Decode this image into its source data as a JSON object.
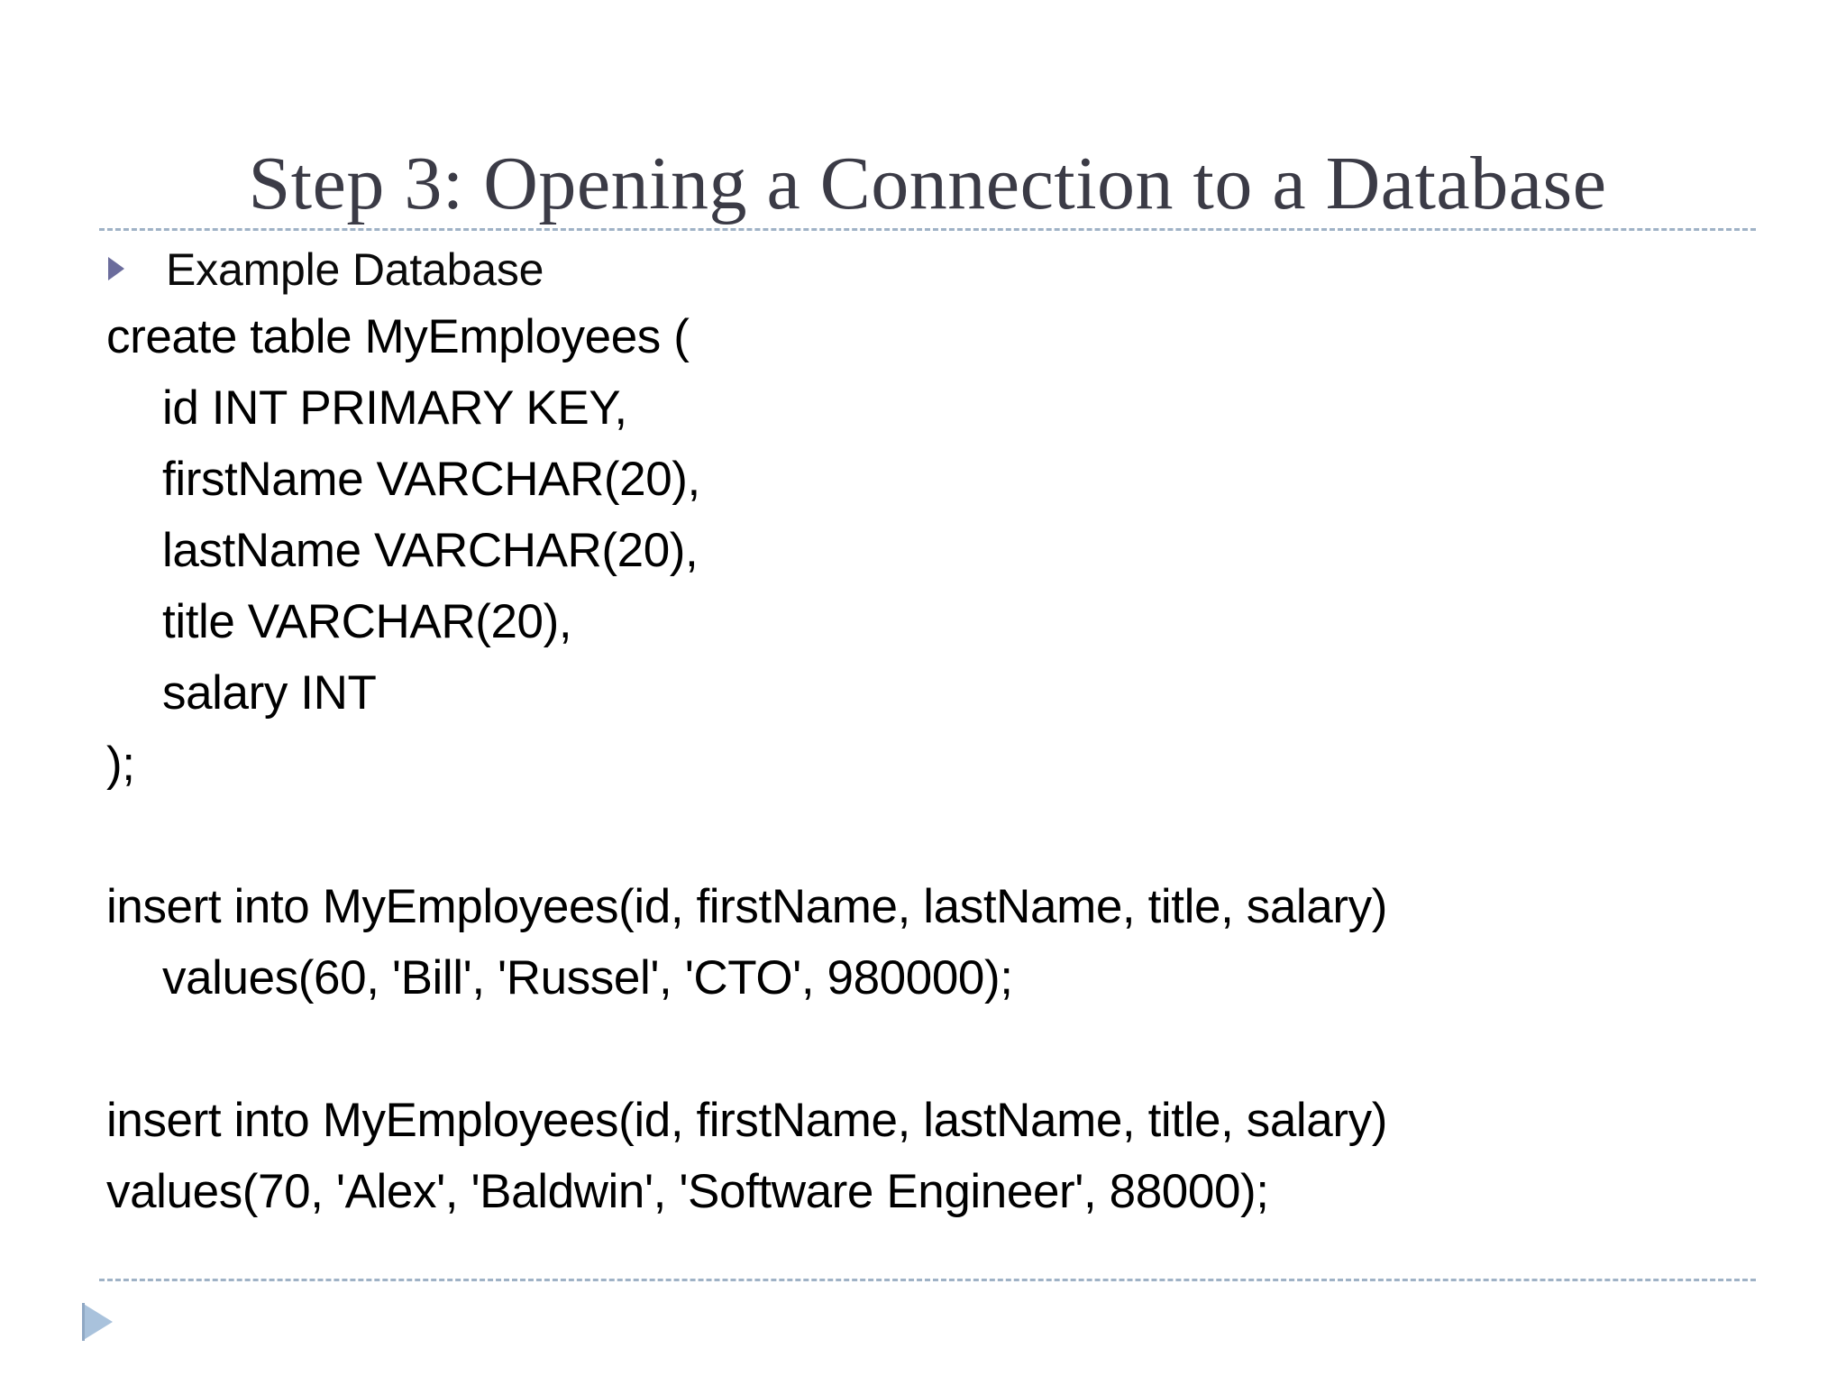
{
  "slide": {
    "title": "Step 3: Opening a Connection to a Database",
    "colors": {
      "title_text": "#3b3b46",
      "rule": "#9fb2c6",
      "bullet_marker": "#6b6c9c",
      "footer_arrow": "#a9c2dc",
      "body_text": "#000000",
      "background": "#ffffff"
    },
    "bullet": {
      "marker_icon": "triangle-right-icon",
      "label": "Example Database"
    },
    "code_lines": [
      {
        "text": "create table MyEmployees (",
        "indent": 0
      },
      {
        "text": "id INT PRIMARY KEY,",
        "indent": 1
      },
      {
        "text": "firstName VARCHAR(20),",
        "indent": 1
      },
      {
        "text": "lastName VARCHAR(20),",
        "indent": 1
      },
      {
        "text": "title VARCHAR(20),",
        "indent": 1
      },
      {
        "text": "salary INT",
        "indent": 1
      },
      {
        "text": ");",
        "indent": 0
      },
      {
        "text": "",
        "indent": 0
      },
      {
        "text": "insert into MyEmployees(id, firstName, lastName, title, salary)",
        "indent": 0
      },
      {
        "text": "values(60, 'Bill', 'Russel', 'CTO', 980000);",
        "indent": 1
      },
      {
        "text": "",
        "indent": 0
      },
      {
        "text": "insert into MyEmployees(id, firstName, lastName, title, salary)",
        "indent": 0
      },
      {
        "text": "values(70, 'Alex', 'Baldwin', 'Software Engineer', 88000);",
        "indent": 0
      }
    ],
    "footer": {
      "arrow_icon": "triangle-right-icon"
    }
  }
}
